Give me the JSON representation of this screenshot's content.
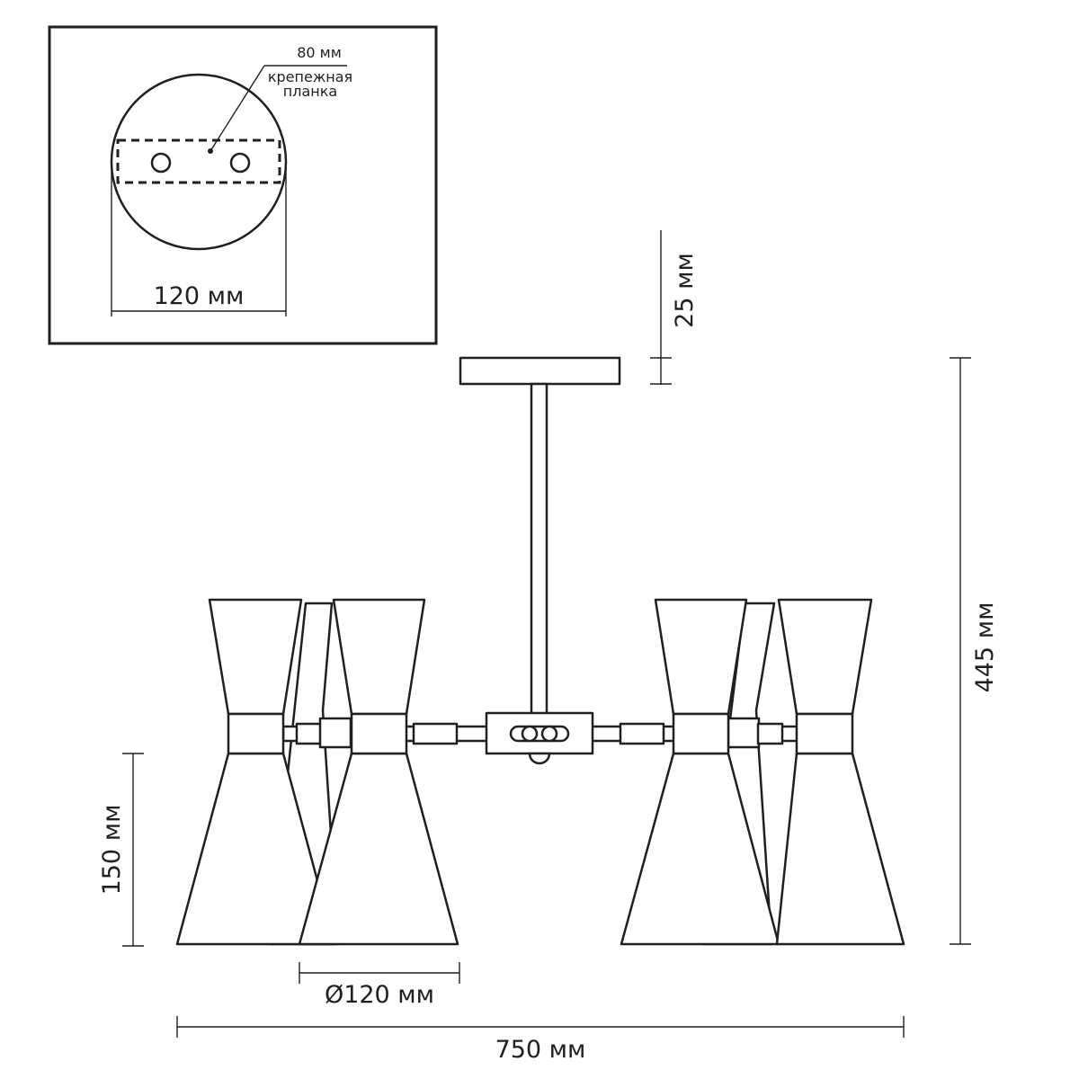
{
  "inset": {
    "plate_width_label": "80 мм",
    "plate_name_line1": "крепежная",
    "plate_name_line2": "планка",
    "canopy_diameter_label": "120 мм"
  },
  "dimensions": {
    "canopy_height_label": "25 мм",
    "total_height_label": "445 мм",
    "shade_height_label": "150 мм",
    "shade_diameter_label": "Ø120 мм",
    "total_width_label": "750 мм"
  }
}
